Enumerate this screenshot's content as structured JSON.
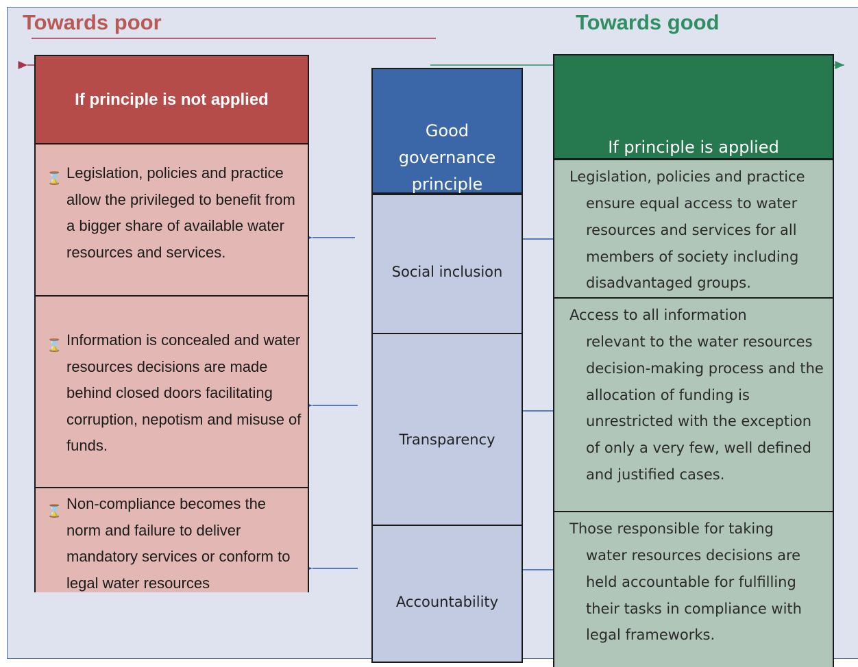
{
  "headers": {
    "towards_poor": "Towards poor",
    "towards_good": "Towards good"
  },
  "left": {
    "title": "If principle is not applied",
    "bullet_icon": "hourglass-icon",
    "cells": [
      "Legislation, policies and practice allow the privileged to benefit from a bigger share of available water resources and services.",
      "Information is concealed and water resources decisions are made behind closed doors facilitating corruption, nepotism and misuse of funds.",
      "Non-compliance becomes the norm and failure to deliver mandatory services or conform to legal water resources"
    ]
  },
  "middle": {
    "title_lines": [
      "Good",
      "governance",
      "principle"
    ],
    "principles": [
      "Social inclusion",
      "Transparency",
      "Accountability"
    ]
  },
  "right": {
    "title": "If principle is applied",
    "cells": [
      {
        "first": "Legislation, policies and practice",
        "rest": "ensure equal access to water resources and services for all members of society including disadvantaged groups."
      },
      {
        "first": "Access to all information",
        "rest": "relevant to the water resources decision-making process and the allocation of funding is unrestricted with the exception of only a very few, well defined and justified cases."
      },
      {
        "first": "Those responsible for taking",
        "rest": "water resources decisions are held accountable for fulfilling their tasks in compliance with legal frameworks."
      }
    ]
  },
  "colors": {
    "poor_header": "#b85955",
    "good_header": "#2f8e62",
    "arrow_blue": "#2a5aa8",
    "arrow_red": "#a8334a",
    "arrow_green": "#2f8e62"
  }
}
